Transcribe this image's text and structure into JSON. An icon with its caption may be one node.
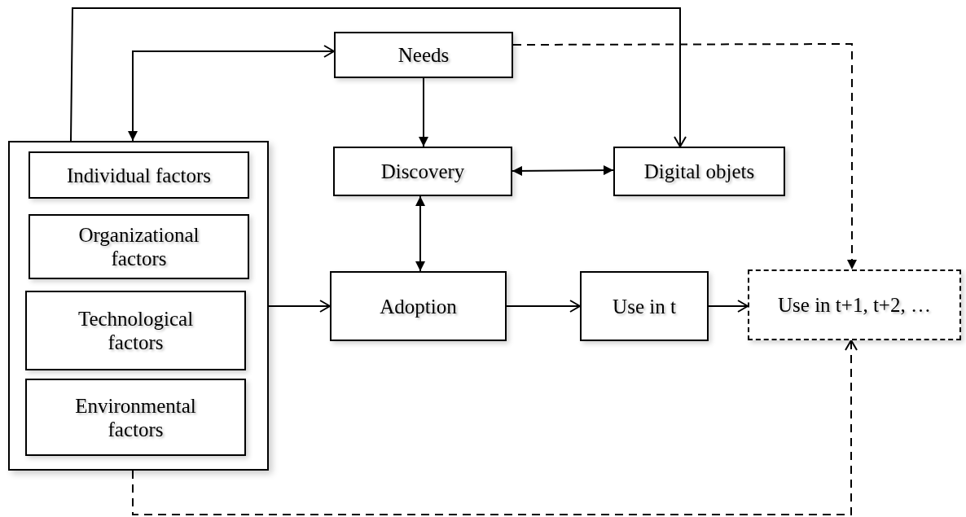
{
  "diagram": {
    "nodes": [
      {
        "text": [],
        "shape": "box"
      },
      {
        "text": [
          "Individual factors"
        ],
        "in": 0
      },
      {
        "text": [
          "Organizational factors"
        ],
        "in": 0
      },
      {
        "text": [
          "Technological factors"
        ],
        "in": 0
      },
      {
        "text": [
          "Environmental factors"
        ],
        "in": 0
      },
      {
        "text": [
          "Needs"
        ]
      },
      {
        "text": [
          "Discovery"
        ]
      },
      {
        "text": [
          "Digital objets"
        ]
      },
      {
        "text": [
          "Adoption"
        ]
      },
      {
        "text": [
          "Use in t"
        ]
      },
      {
        "text": [
          "Use in t+1, t+2, …"
        ]
      }
    ],
    "edges": [
      {
        "from": 0,
        "to": 5,
        "arrow": "both"
      },
      {
        "from": 0,
        "to": 7,
        "arrow": "to"
      },
      {
        "from": 5,
        "to": 6,
        "arrow": "to"
      },
      {
        "from": 6,
        "to": 7,
        "arrow": "both"
      },
      {
        "from": 6,
        "to": 8,
        "arrow": "both"
      },
      {
        "from": 0,
        "to": 8,
        "arrow": "to"
      },
      {
        "from": 8,
        "to": 9,
        "arrow": "to"
      },
      {
        "from": 9,
        "to": 10,
        "arrow": "to"
      },
      {
        "from": 5,
        "to": 10,
        "arrow": "to",
        "style": "dashed"
      },
      {
        "from": 0,
        "to": 10,
        "arrow": "to",
        "style": "dashed"
      }
    ]
  }
}
